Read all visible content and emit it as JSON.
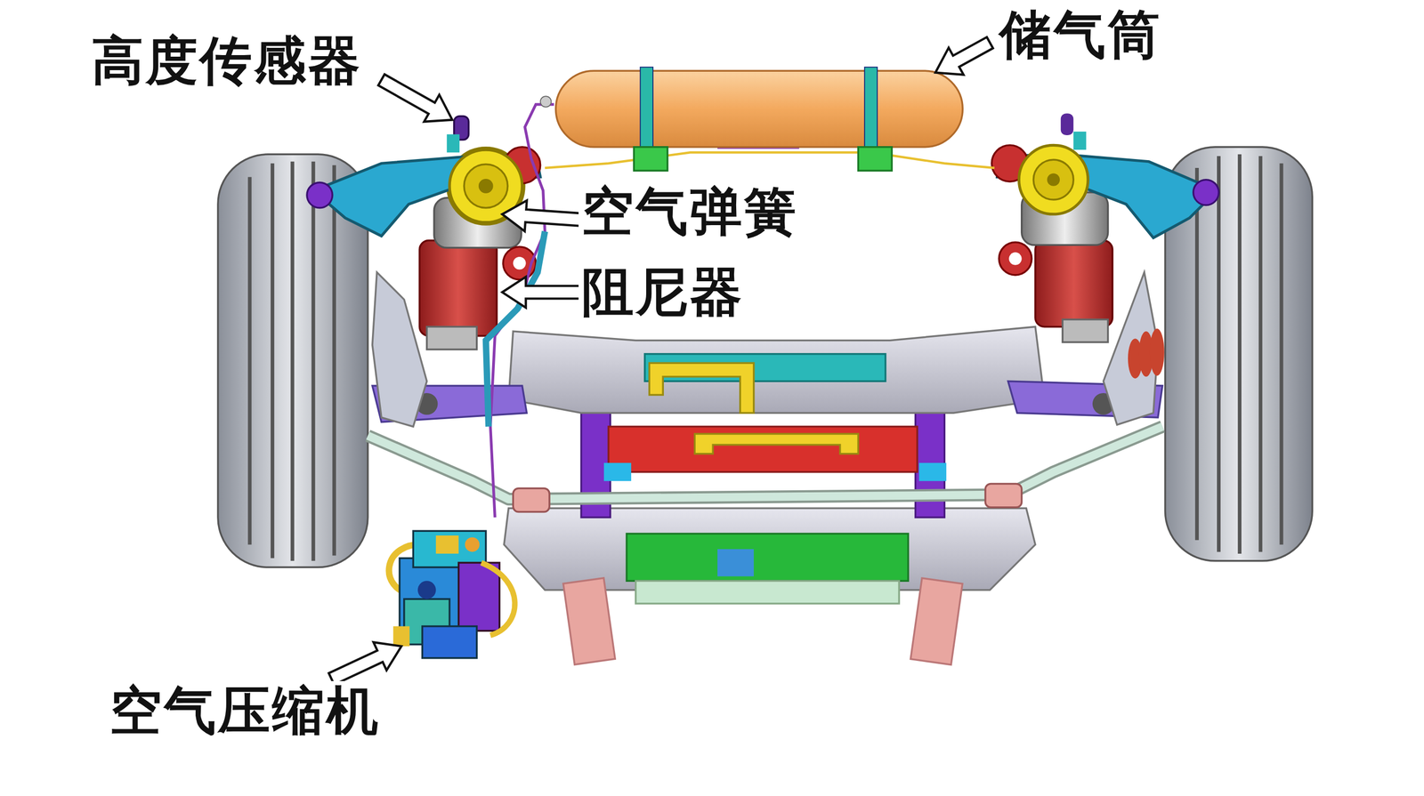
{
  "diagram": {
    "labels": [
      "高度传感器",
      "储气筒",
      "空气弹簧",
      "阻尼器",
      "空气压缩机"
    ]
  }
}
